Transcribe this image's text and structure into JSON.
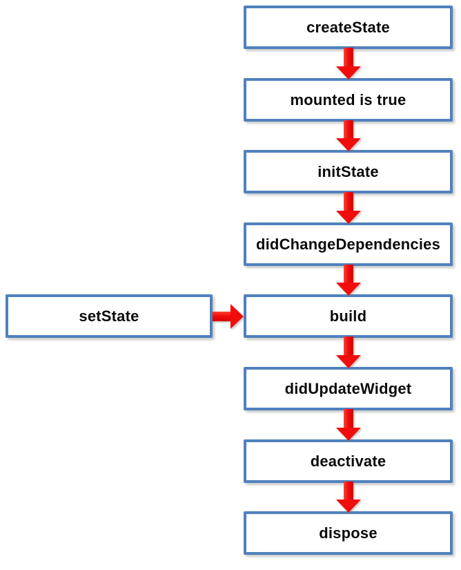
{
  "diagram": {
    "type": "flowchart",
    "subject": "widget state lifecycle",
    "colors": {
      "box_border": "#4f81bd",
      "box_fill": "#ffffff",
      "arrow": "#f20d0d",
      "text": "#0a0a0a",
      "background": "#ffffff"
    },
    "nodes": [
      {
        "label": "createState"
      },
      {
        "label": "mounted is true"
      },
      {
        "label": "initState"
      },
      {
        "label": "didChangeDependencies"
      },
      {
        "label": "build"
      },
      {
        "label": "didUpdateWidget"
      },
      {
        "label": "deactivate"
      },
      {
        "label": "dispose"
      }
    ],
    "side_node": {
      "label": "setState"
    },
    "edges": [
      {
        "from": "createState",
        "to": "mounted is true",
        "direction": "down"
      },
      {
        "from": "mounted is true",
        "to": "initState",
        "direction": "down"
      },
      {
        "from": "initState",
        "to": "didChangeDependencies",
        "direction": "down"
      },
      {
        "from": "didChangeDependencies",
        "to": "build",
        "direction": "down"
      },
      {
        "from": "build",
        "to": "didUpdateWidget",
        "direction": "down"
      },
      {
        "from": "didUpdateWidget",
        "to": "deactivate",
        "direction": "down"
      },
      {
        "from": "deactivate",
        "to": "dispose",
        "direction": "down"
      },
      {
        "from": "setState",
        "to": "build",
        "direction": "right"
      }
    ]
  }
}
